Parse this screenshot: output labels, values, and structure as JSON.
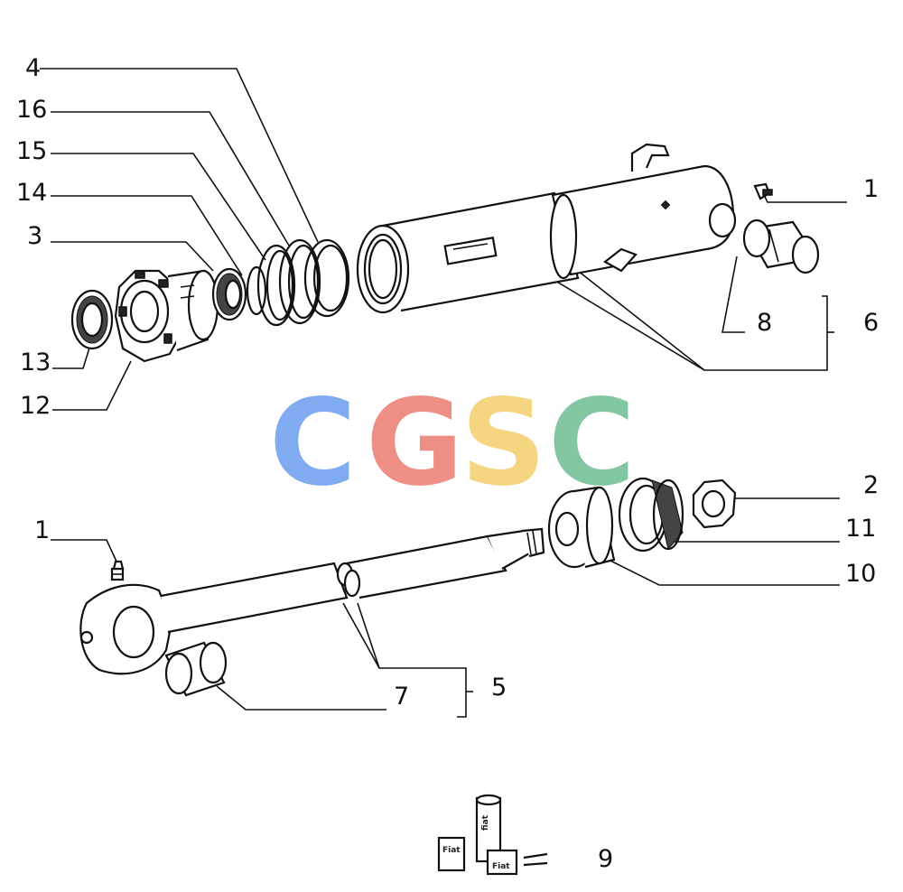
{
  "diagram": {
    "callouts": {
      "c4_top": "4",
      "c16": "16",
      "c15": "15",
      "c14": "14",
      "c3": "3",
      "c13": "13",
      "c12": "12",
      "c1_top": "1",
      "c8": "8",
      "c6": "6",
      "c2": "2",
      "c11": "11",
      "c10": "10",
      "c1_bottom": "1",
      "c7": "7",
      "c5": "5",
      "c9": "9"
    },
    "watermark": {
      "letters": [
        "C",
        "G",
        "S",
        "C"
      ],
      "colors": [
        "#7aa7f0",
        "#ee8a80",
        "#f6d37a",
        "#7cc59c"
      ]
    },
    "kit_labels": {
      "tube_label": "fiat",
      "box_left": "Fiat",
      "box_right": "Fiat"
    }
  }
}
